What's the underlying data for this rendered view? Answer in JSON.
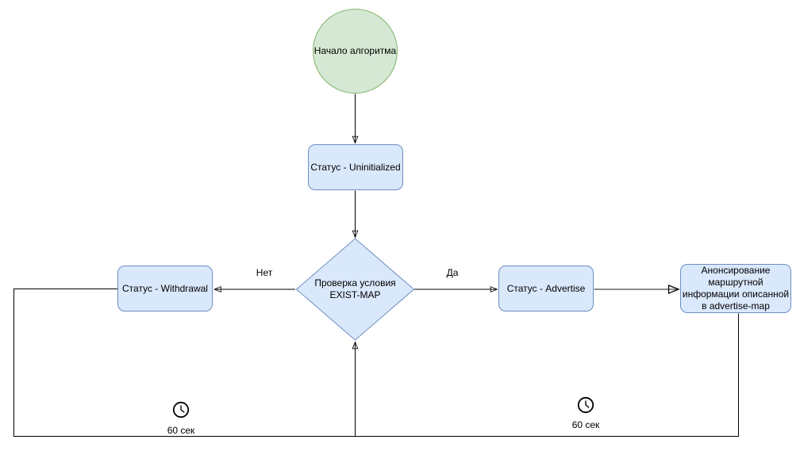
{
  "colors": {
    "start_fill": "#d5e8d4",
    "start_stroke": "#82b366",
    "node_fill": "#dae8fc",
    "node_stroke": "#6c8ebf",
    "edge": "#000000",
    "edge_gray": "#666666"
  },
  "nodes": {
    "start": {
      "label": "Начало алгоритма"
    },
    "status_uninitialized": {
      "label": "Статус - Uninitialized"
    },
    "decision_exist_map": {
      "label": "Проверка условия\nEXIST-MAP"
    },
    "status_withdrawal": {
      "label": "Статус - Withdrawal"
    },
    "status_advertise": {
      "label": "Статус - Advertise"
    },
    "advertise_map_announce": {
      "label": "Анонсирование\nмаршрутной\nинформации описанной\nв advertise-map"
    }
  },
  "edge_labels": {
    "no": "Нет",
    "yes": "Да"
  },
  "timers": {
    "left": {
      "label": "60 сек"
    },
    "right": {
      "label": "60 сек"
    }
  }
}
